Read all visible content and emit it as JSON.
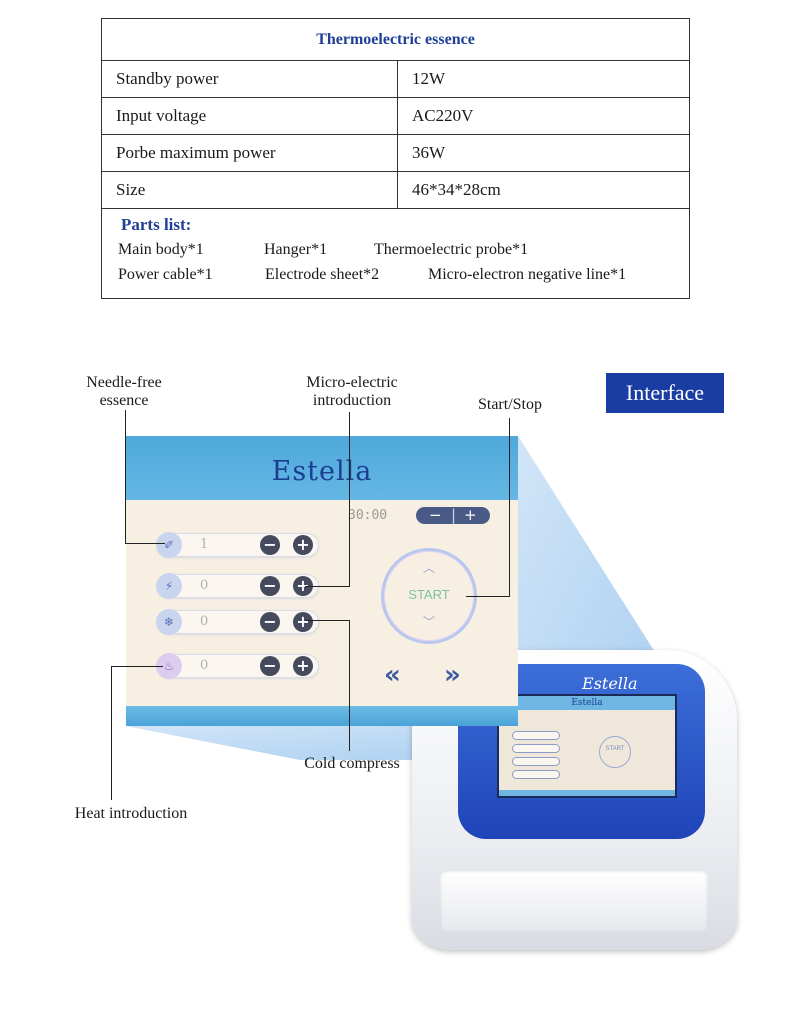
{
  "spec_table": {
    "title": "Thermoelectric essence",
    "rows": [
      {
        "key": "Standby power",
        "value": "12W"
      },
      {
        "key": "Input voltage",
        "value": "AC220V"
      },
      {
        "key": "Porbe maximum power",
        "value": "36W"
      },
      {
        "key": "Size",
        "value": "46*34*28cm"
      }
    ],
    "parts_title": "Parts list:",
    "parts": [
      "Main body*1",
      "Hanger*1",
      "Thermoelectric probe*1",
      "Power cable*1",
      "Electrode sheet*2",
      "Micro-electron negative line*1"
    ]
  },
  "interface_badge": "Interface",
  "labels": {
    "needle_free_line1": "Needle-free",
    "needle_free_line2": "essence",
    "micro_electric_line1": "Micro-electric",
    "micro_electric_line2": "introduction",
    "start_stop": "Start/Stop",
    "cold_compress": "Cold compress",
    "heat_introduction": "Heat introduction"
  },
  "screen": {
    "brand": "Estella",
    "timer": "30:00",
    "minus": "−",
    "plus": "+",
    "start": "START",
    "rows": [
      {
        "value": "1",
        "icon": "needle-icon"
      },
      {
        "value": "0",
        "icon": "lightning-icon"
      },
      {
        "value": "0",
        "icon": "snowflake-icon"
      },
      {
        "value": "0",
        "icon": "heat-icon"
      }
    ],
    "prev": "«",
    "next": "»"
  },
  "device": {
    "brand": "Estella",
    "mini_brand": "Estella",
    "mini_start": "START"
  },
  "colors": {
    "title_blue": "#1f3f96",
    "badge_blue": "#1a3da3",
    "panel_blue": "#2b57c8",
    "screen_header": "#4fa8db"
  }
}
